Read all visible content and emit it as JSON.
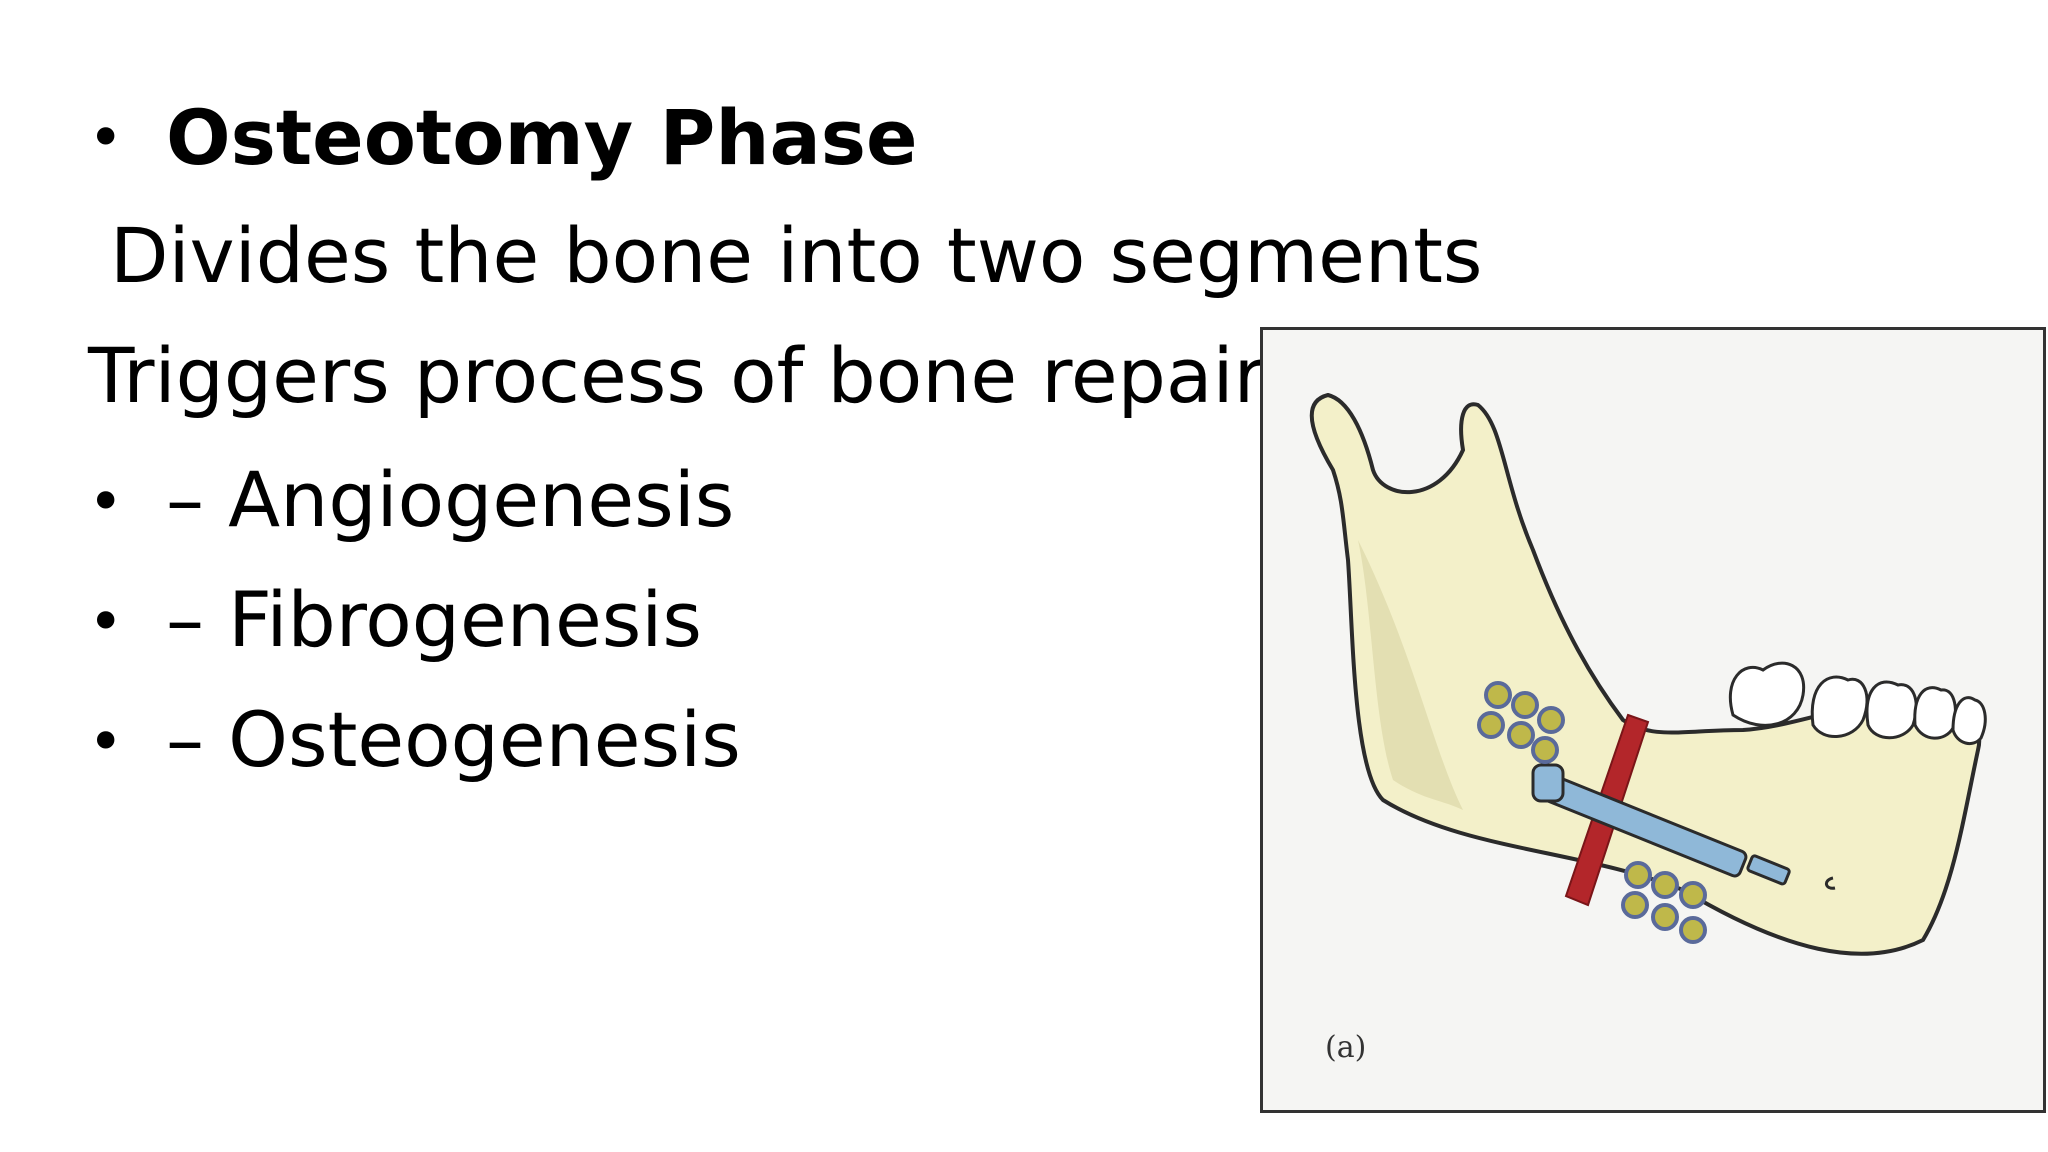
{
  "slide": {
    "heading": "Osteotomy Phase",
    "line1": "Divides the bone into two segments",
    "line2": "Triggers process of bone repair",
    "sub_items": [
      "– Angiogenesis",
      "– Fibrogenesis",
      "– Osteogenesis"
    ],
    "bullet_glyph": "•"
  },
  "figure": {
    "label": "(a)",
    "colors": {
      "bone": "#f3f0c9",
      "bone_shadow": "#e3dfb2",
      "outline": "#2b2b2b",
      "osteotomy": "#b3262a",
      "distractor": "#8fb8d8",
      "screws": "#bfb84a",
      "plate": "#9aa8d6"
    }
  }
}
